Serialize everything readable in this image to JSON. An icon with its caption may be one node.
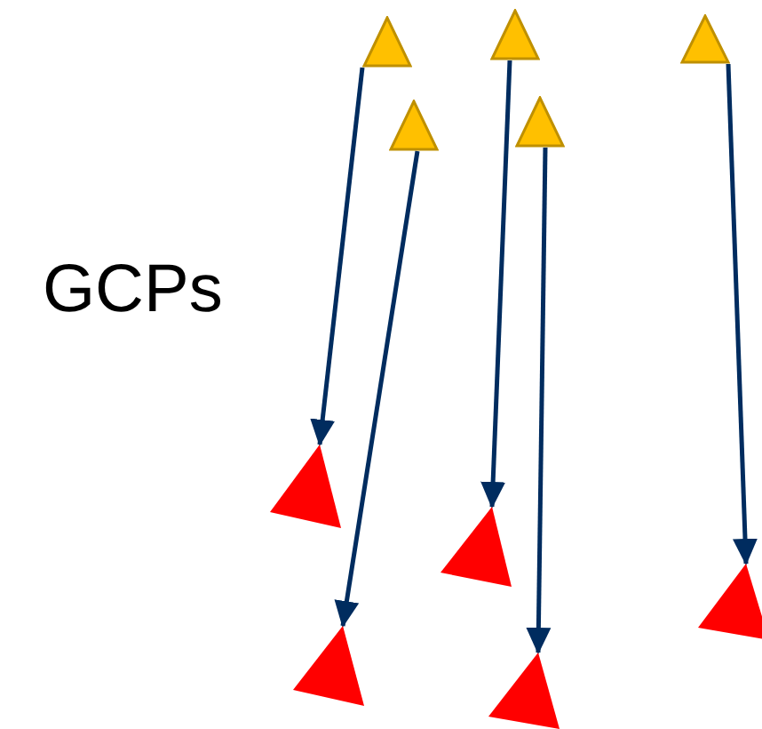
{
  "diagram": {
    "nodes": [
      {
        "text": [],
        "shape": "triangle"
      },
      {
        "text": [],
        "shape": "triangle"
      },
      {
        "text": [],
        "shape": "triangle"
      },
      {
        "text": [],
        "shape": "triangle"
      },
      {
        "text": [],
        "shape": "triangle"
      },
      {
        "text": [],
        "shape": "triangle"
      },
      {
        "text": [],
        "shape": "triangle"
      },
      {
        "text": [],
        "shape": "triangle"
      },
      {
        "text": [],
        "shape": "triangle"
      },
      {
        "text": [],
        "shape": "triangle"
      }
    ],
    "edges": [
      {
        "from": 0,
        "to": 5,
        "arrow": "to"
      },
      {
        "from": 3,
        "to": 7,
        "arrow": "to"
      },
      {
        "from": 1,
        "to": 6,
        "arrow": "to"
      },
      {
        "from": 4,
        "to": 8,
        "arrow": "to"
      },
      {
        "from": 2,
        "to": 9,
        "arrow": "to"
      }
    ],
    "labels": [
      "GCPs"
    ]
  }
}
